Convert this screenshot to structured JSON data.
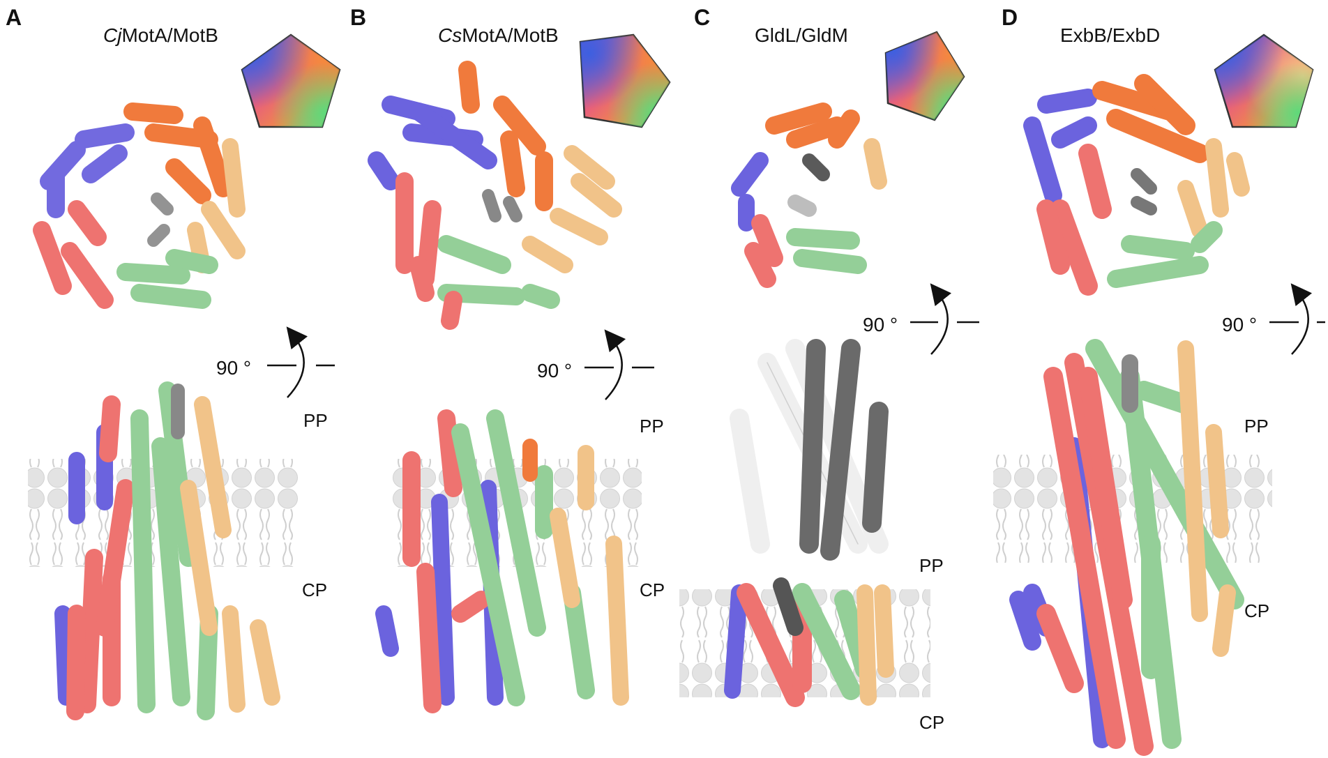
{
  "panels": [
    {
      "letter": "A",
      "title_italic": "Cj",
      "title_rest": "MotA/MotB",
      "rotation": "90 °",
      "top_side": "PP",
      "bottom_side": "CP"
    },
    {
      "letter": "B",
      "title_italic": "Cs",
      "title_rest": "MotA/MotB",
      "rotation": "90 °",
      "top_side": "PP",
      "bottom_side": "CP"
    },
    {
      "letter": "C",
      "title_italic": "",
      "title_rest": "GldL/GldM",
      "rotation": "90 °",
      "top_side": "PP",
      "bottom_side": "CP"
    },
    {
      "letter": "D",
      "title_italic": "",
      "title_rest": "ExbB/ExbD",
      "rotation": "90 °",
      "top_side": "PP",
      "bottom_side": "CP"
    }
  ],
  "colors": {
    "blue": "#6b63de",
    "orange": "#f07a3c",
    "tan": "#f1c389",
    "green": "#94cf98",
    "red": "#ee7370",
    "grey_dark": "#5a5a5a",
    "grey_light": "#e6e6e6",
    "membrane": "#d9d9d9"
  },
  "icons": [
    "pentagon-color-key-icon",
    "rotation-arrow-icon",
    "lipid-bilayer-icon"
  ]
}
